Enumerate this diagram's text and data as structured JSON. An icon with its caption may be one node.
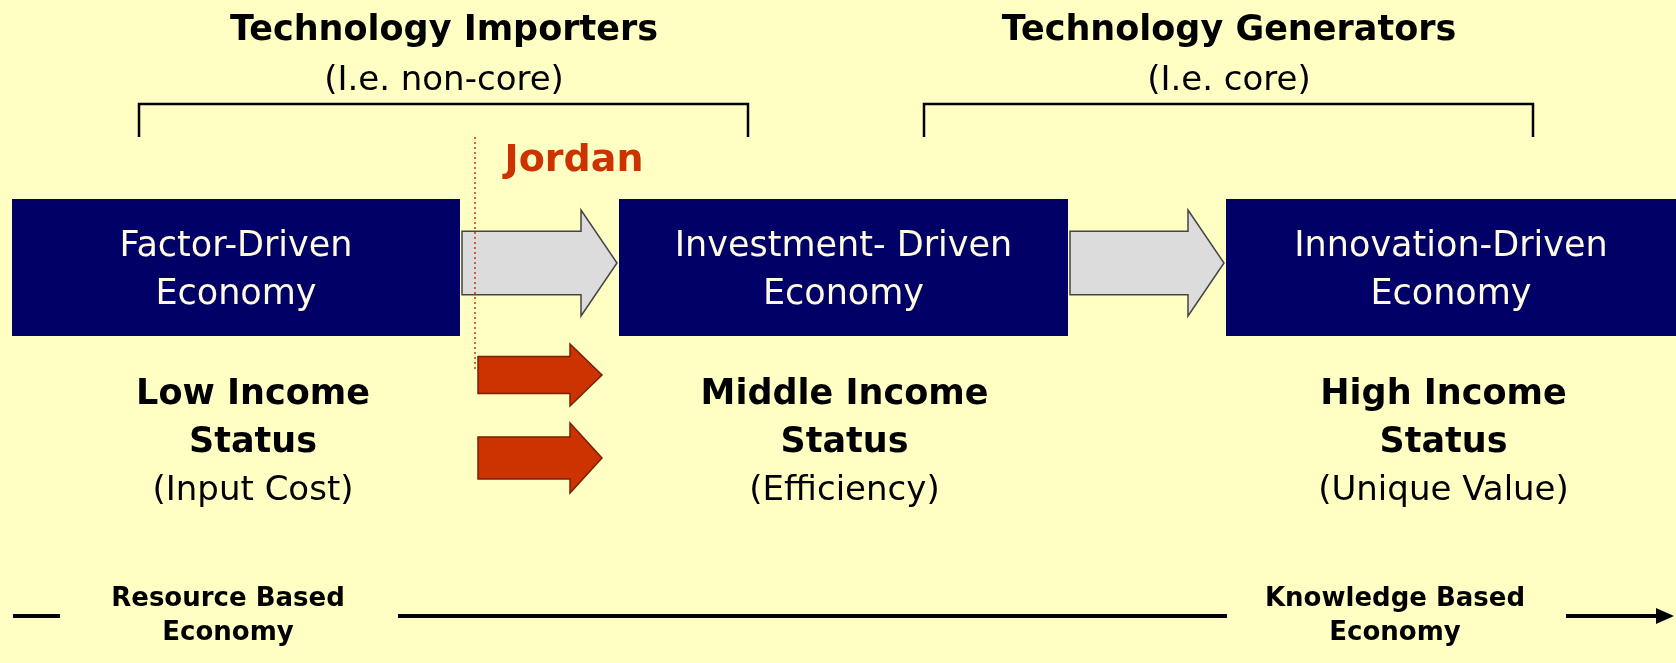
{
  "diagram": {
    "nodes": [
      {
        "text": [
          "Factor-Driven Economy"
        ]
      },
      {
        "text": [
          "Investment- Driven Economy"
        ]
      },
      {
        "text": [
          "Innovation-Driven Economy"
        ]
      },
      {
        "text": [
          "Low Income Status",
          "(Input Cost)"
        ]
      },
      {
        "text": [
          "Middle Income Status",
          "(Efficiency)"
        ]
      },
      {
        "text": [
          "High Income Status",
          "(Unique Value)"
        ]
      }
    ],
    "edges": [
      {
        "from": 0,
        "to": 1,
        "arrow": "to"
      },
      {
        "from": 1,
        "to": 2,
        "arrow": "to"
      },
      {
        "from": 3,
        "to": 4,
        "arrow": "to",
        "color": "#cc3300"
      },
      {
        "from": 3,
        "to": 4,
        "arrow": "to",
        "color": "#cc3300"
      }
    ],
    "labels": [
      "Technology Importers",
      "(I.e. non-core)",
      "Technology Generators",
      "(I.e. core)",
      "Jordan",
      "Resource Based Economy",
      "Knowledge Based Economy"
    ]
  }
}
